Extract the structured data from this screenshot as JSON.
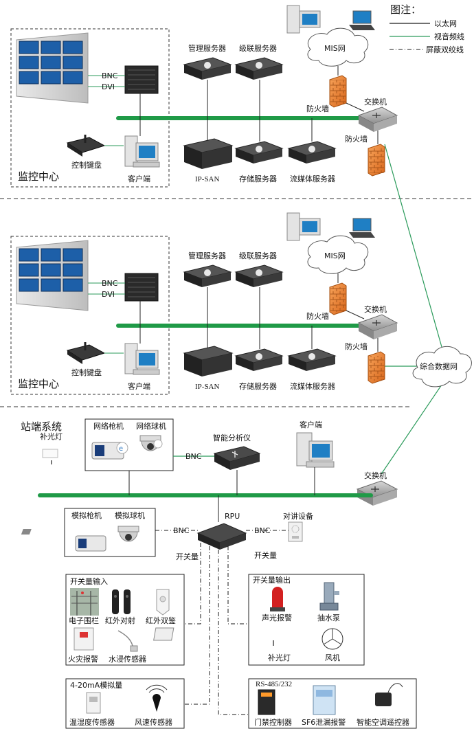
{
  "legend": {
    "title": "图注：",
    "items": [
      {
        "label": "以太网",
        "color": "#1a1a1a",
        "style": "solid"
      },
      {
        "label": "视音频线",
        "color": "#2a9a5a",
        "style": "solid"
      },
      {
        "label": "屏蔽双绞线",
        "color": "#1a1a1a",
        "style": "dashdot"
      }
    ]
  },
  "centers": [
    {
      "region_label": "监控中心",
      "bnc": "BNC",
      "dvi": "DVI",
      "keyboard": "控制键盘",
      "client": "客户端",
      "mgmt_server": "管理服务器",
      "cascade_server": "级联服务器",
      "mis": "MIS网",
      "firewall_top": "防火墙",
      "switch": "交换机",
      "firewall_bottom": "防火墙",
      "ipsan": "IP-SAN",
      "storage": "存储服务器",
      "streaming": "流媒体服务器"
    },
    {
      "region_label": "监控中心",
      "bnc": "BNC",
      "dvi": "DVI",
      "keyboard": "控制键盘",
      "client": "客户端",
      "mgmt_server": "管理服务器",
      "cascade_server": "级联服务器",
      "mis": "MIS网",
      "firewall_top": "防火墙",
      "switch": "交换机",
      "firewall_bottom": "防火墙",
      "ipsan": "IP-SAN",
      "storage": "存储服务器",
      "streaming": "流媒体服务器"
    }
  ],
  "data_network": "综合数据网",
  "station": {
    "title": "站端系统",
    "fill_light": "补光灯",
    "network_gun": "网络枪机",
    "network_dome": "网络球机",
    "bnc_net": "BNC",
    "analyzer": "智能分析仪",
    "client": "客户端",
    "switch": "交换机",
    "analog_gun": "模拟枪机",
    "analog_dome": "模拟球机",
    "bnc_left": "BNC",
    "rpu": "RPU",
    "bnc_right": "BNC",
    "intercom": "对讲设备",
    "switch_qty_left": "开关量",
    "switch_qty_right": "开关量",
    "input_box": {
      "title": "开关量输入",
      "items": [
        "电子围栏",
        "红外对射",
        "红外双鉴",
        "火灾报警",
        "水浸传感器"
      ]
    },
    "output_box": {
      "title": "开关量输出",
      "items": [
        "声光报警",
        "抽水泵",
        "补光灯",
        "风机"
      ]
    },
    "analog_box": {
      "title": "4-20mA模拟量",
      "items": [
        "温湿度传感器",
        "风速传感器"
      ]
    },
    "rs_box": {
      "title": "RS-485/232",
      "items": [
        "门禁控制器",
        "SF6泄漏报警",
        "智能空调遥控器"
      ]
    }
  }
}
